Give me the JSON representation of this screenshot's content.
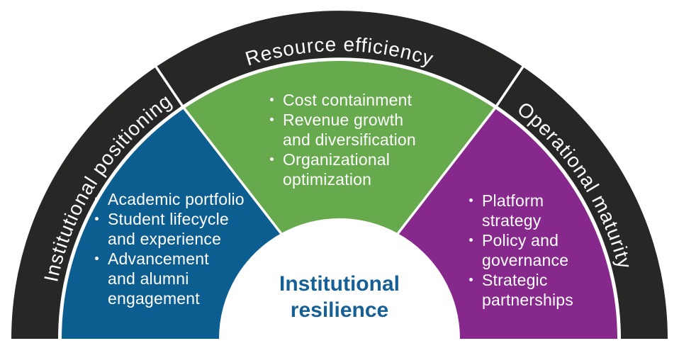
{
  "diagram": {
    "background": "#ffffff",
    "divider_color": "#ffffff",
    "ring": {
      "color": "#272725",
      "text_color": "#ffffff"
    },
    "center": {
      "label": "Institutional\nresilience",
      "color": "#176096"
    },
    "wedges": [
      {
        "label": "Institutional positioning",
        "color": "#0d5e90",
        "items": [
          "Academic portfolio",
          "Student lifecycle\nand experience",
          "Advancement\nand alumni\nengagement"
        ]
      },
      {
        "label": "Resource efficiency",
        "color": "#67aa4d",
        "items": [
          "Cost containment",
          "Revenue growth\nand diversification",
          "Organizational\noptimization"
        ]
      },
      {
        "label": "Operational maturity",
        "color": "#87288c",
        "items": [
          "Platform\nstrategy",
          "Policy and\ngovernance",
          "Strategic\npartnerships"
        ]
      }
    ]
  }
}
